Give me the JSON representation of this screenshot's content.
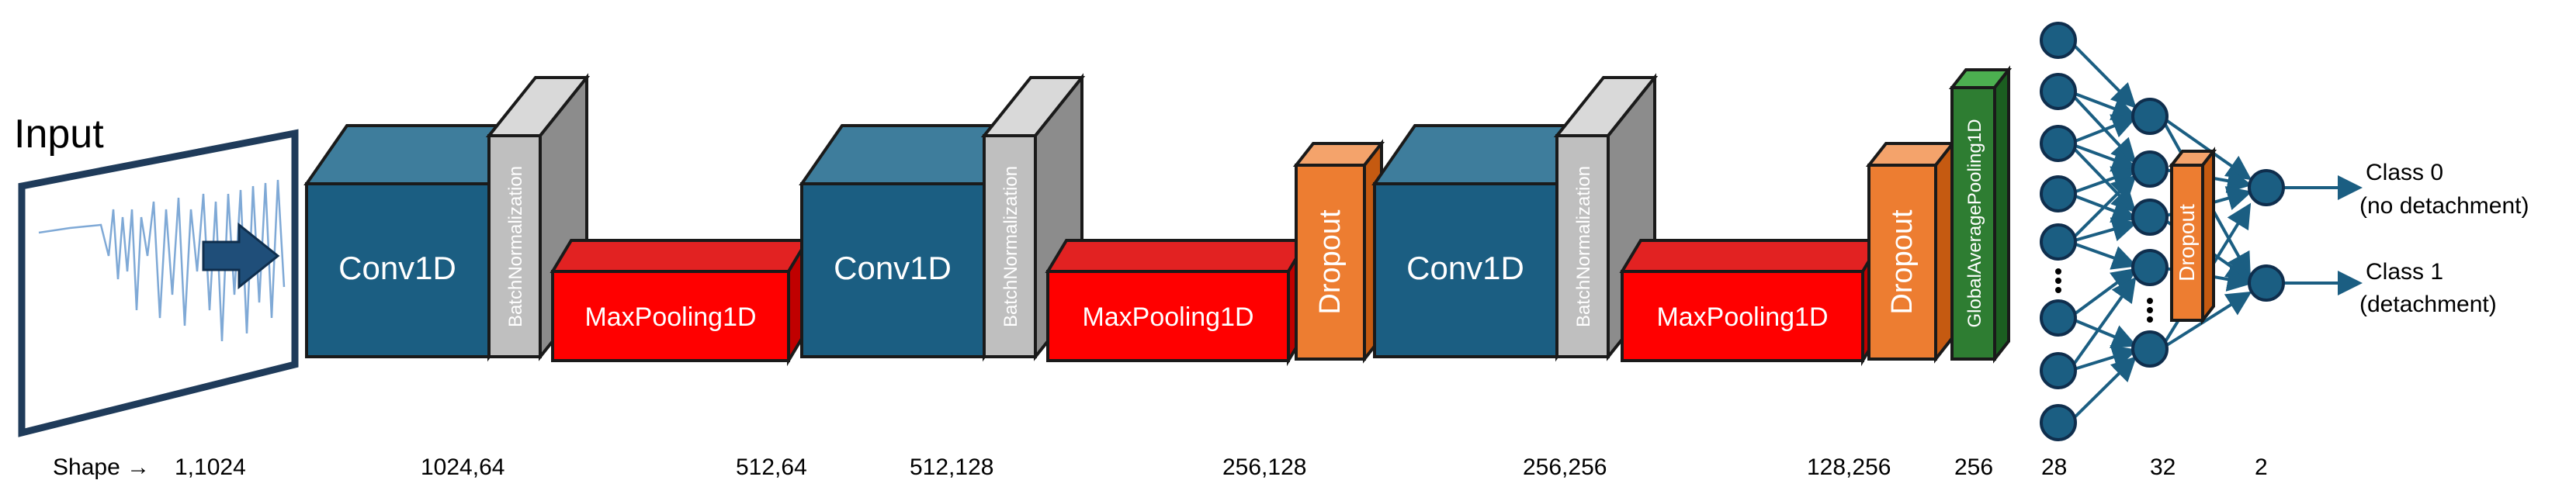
{
  "input": {
    "label": "Input"
  },
  "blocks": {
    "conv1": "Conv1D",
    "conv2": "Conv1D",
    "conv3": "Conv1D",
    "bn1": "BatchNormalization",
    "bn2": "BatchNormalization",
    "bn3": "BatchNormalization",
    "pool1": "MaxPooling1D",
    "pool2": "MaxPooling1D",
    "pool3": "MaxPooling1D",
    "dropout1": "Dropout",
    "dropout2": "Dropout",
    "dropout3": "Dropout",
    "gap": "GlobalAveragePooling1D"
  },
  "outputs": {
    "class0_line1": "Class 0",
    "class0_line2": "(no detachment)",
    "class1_line1": "Class 1",
    "class1_line2": "(detachment)"
  },
  "shapes": {
    "prefix": "Shape →",
    "input": "1,1024",
    "conv1": "1024,64",
    "pool1": "512,64",
    "conv2": "512,128",
    "pool2": "256,128",
    "conv3": "256,256",
    "pool3": "128,256",
    "gap": "256",
    "dense1": "28",
    "dense2": "32",
    "out": "2"
  },
  "colors": {
    "conv_front": "#1b5e82",
    "conv_top": "#3e7d9c",
    "conv_side": "#134763",
    "pool_front": "#ff0000",
    "pool_top": "#e22222",
    "pool_side": "#c00000",
    "bn_front": "#bfbfbf",
    "bn_side": "#8c8c8c",
    "dropout_front": "#ed7d31",
    "dropout_side": "#c55a11",
    "gap_front": "#2e7d32",
    "gap_side": "#1b5e20",
    "node": "#1b5e82",
    "edge": "#1b5e82",
    "outline": "#1a1a1a"
  },
  "icons": [
    "arrow-right-icon",
    "waveform-icon",
    "ellipsis-icon"
  ]
}
